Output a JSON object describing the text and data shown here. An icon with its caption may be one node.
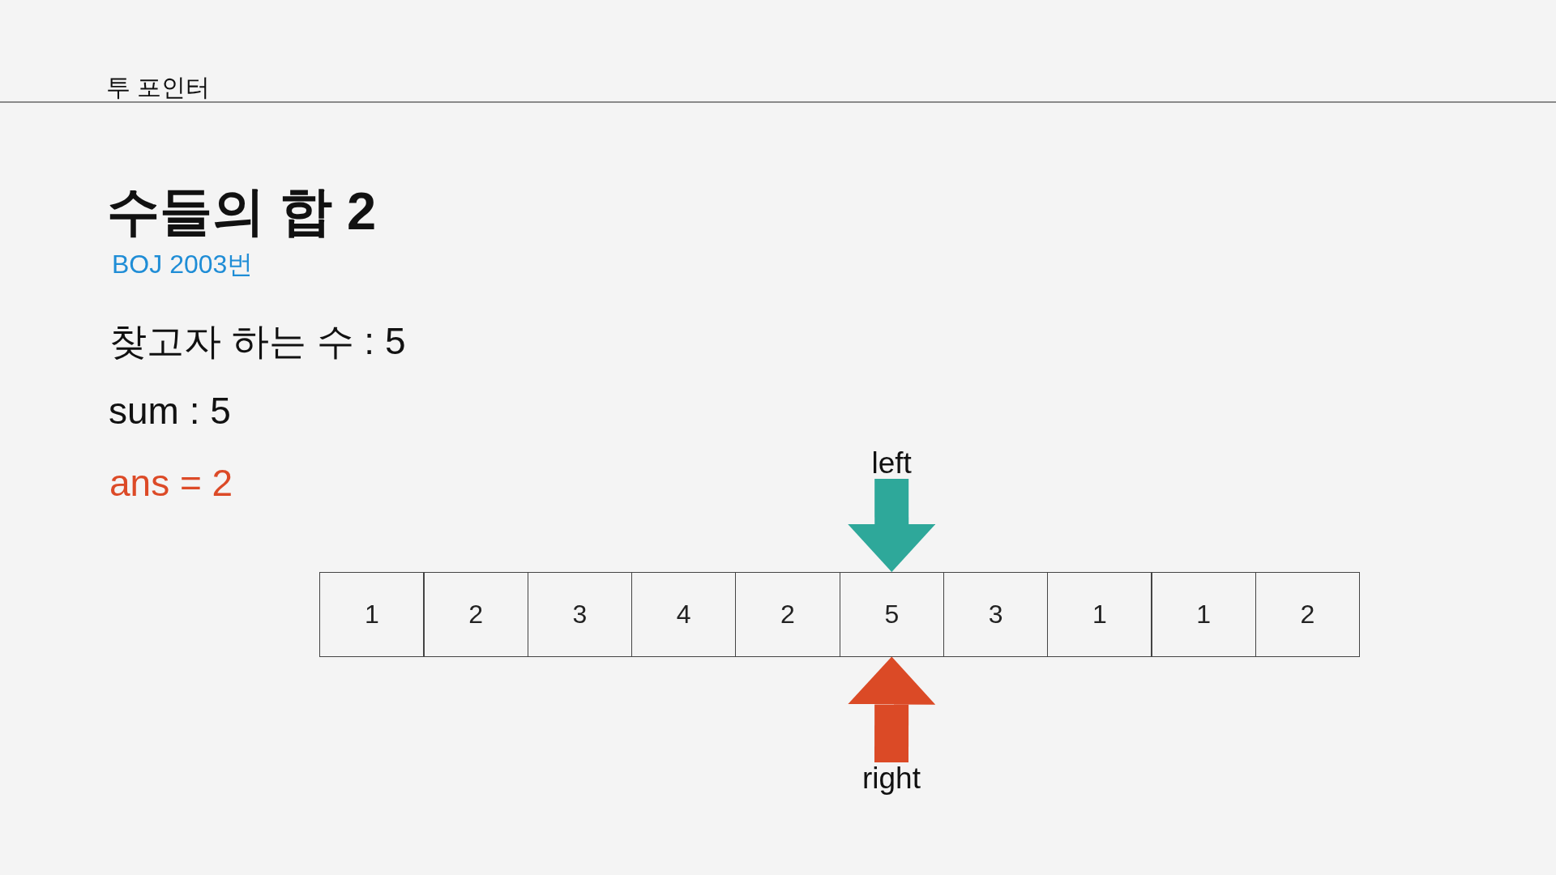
{
  "diagram": {
    "title": "수들의 합 2",
    "nodes": [
      {
        "text": [
          "left"
        ]
      },
      {
        "text": [
          "1"
        ]
      },
      {
        "text": [
          "2"
        ]
      },
      {
        "text": [
          "3"
        ]
      },
      {
        "text": [
          "4"
        ]
      },
      {
        "text": [
          "2"
        ]
      },
      {
        "text": [
          "5"
        ]
      },
      {
        "text": [
          "3"
        ]
      },
      {
        "text": [
          "1"
        ]
      },
      {
        "text": [
          "1"
        ]
      },
      {
        "text": [
          "2"
        ]
      },
      {
        "text": [
          "right"
        ]
      }
    ],
    "edges": [
      {
        "from": 0,
        "to": 6,
        "arrow": "to",
        "color": "#2ea89a"
      },
      {
        "from": 11,
        "to": 6,
        "arrow": "to",
        "color": "#db4a26"
      }
    ],
    "labels": [
      "투 포인터",
      "BOJ 2003번",
      "찾고자 하는 수 : 5",
      "sum : 5",
      "ans = 2"
    ]
  }
}
